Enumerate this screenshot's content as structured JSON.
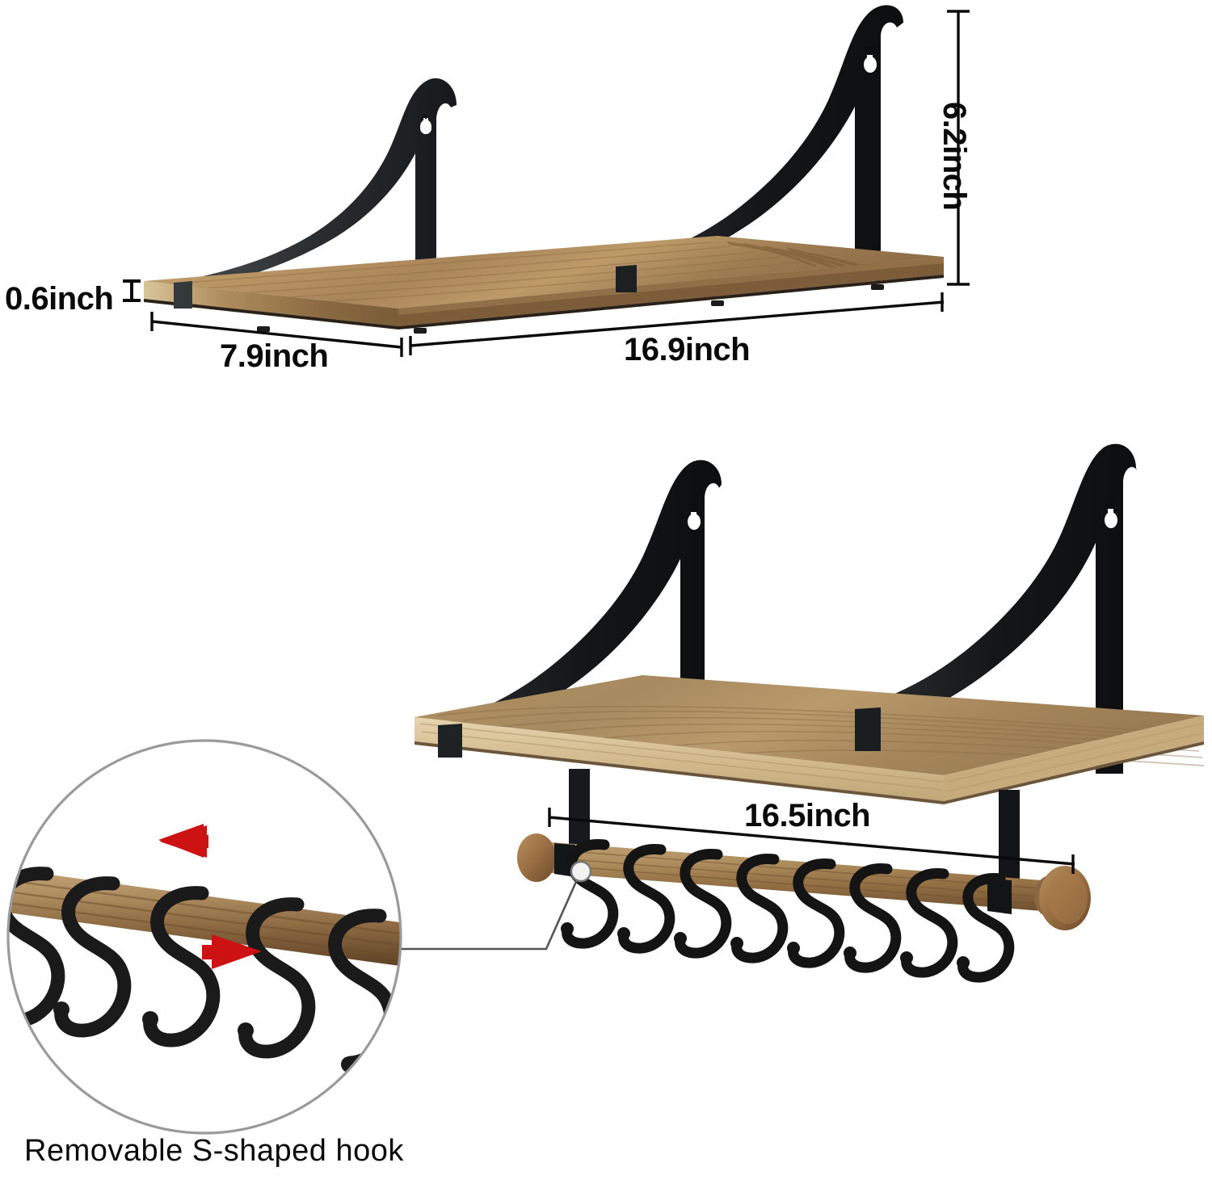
{
  "product": {
    "name": "Wall mounted floating shelf set with towel bar and S-hooks",
    "material_wood": "rustic brown wood",
    "material_metal": "black metal bracket"
  },
  "dimensions": {
    "thickness": "0.6inch",
    "depth": "7.9inch",
    "width": "16.9inch",
    "height": "6.2inch",
    "rod_width": "16.5inch"
  },
  "caption": {
    "hook": "Removable S-shaped hook"
  },
  "icons": {
    "arrow_left": "arrow-left-icon",
    "arrow_right": "arrow-right-icon",
    "keyhole": "keyhole-mount-icon",
    "magnifier": "magnifier-circle-icon"
  },
  "colors": {
    "background": "#ffffff",
    "metal_black": "#1a1a1a",
    "metal_dark_gray": "#3d4245",
    "wood_top": "#a8875c",
    "wood_top_light": "#c6a77a",
    "wood_edge": "#8a6a41",
    "wood_light_edge": "#ddc9a4",
    "wood_rod": "#9c7murky",
    "accent_red": "#CC1212",
    "dim_line": "#0a0a0a",
    "magnifier_ring": "#9a9a9a",
    "leader_line": "#555555"
  },
  "hooks": {
    "count_on_rod": 8,
    "count_in_magnifier": 5,
    "shape": "S-shaped"
  },
  "brackets": {
    "upper_count": 2,
    "lower_count": 2,
    "mount_hole": "keyhole"
  }
}
